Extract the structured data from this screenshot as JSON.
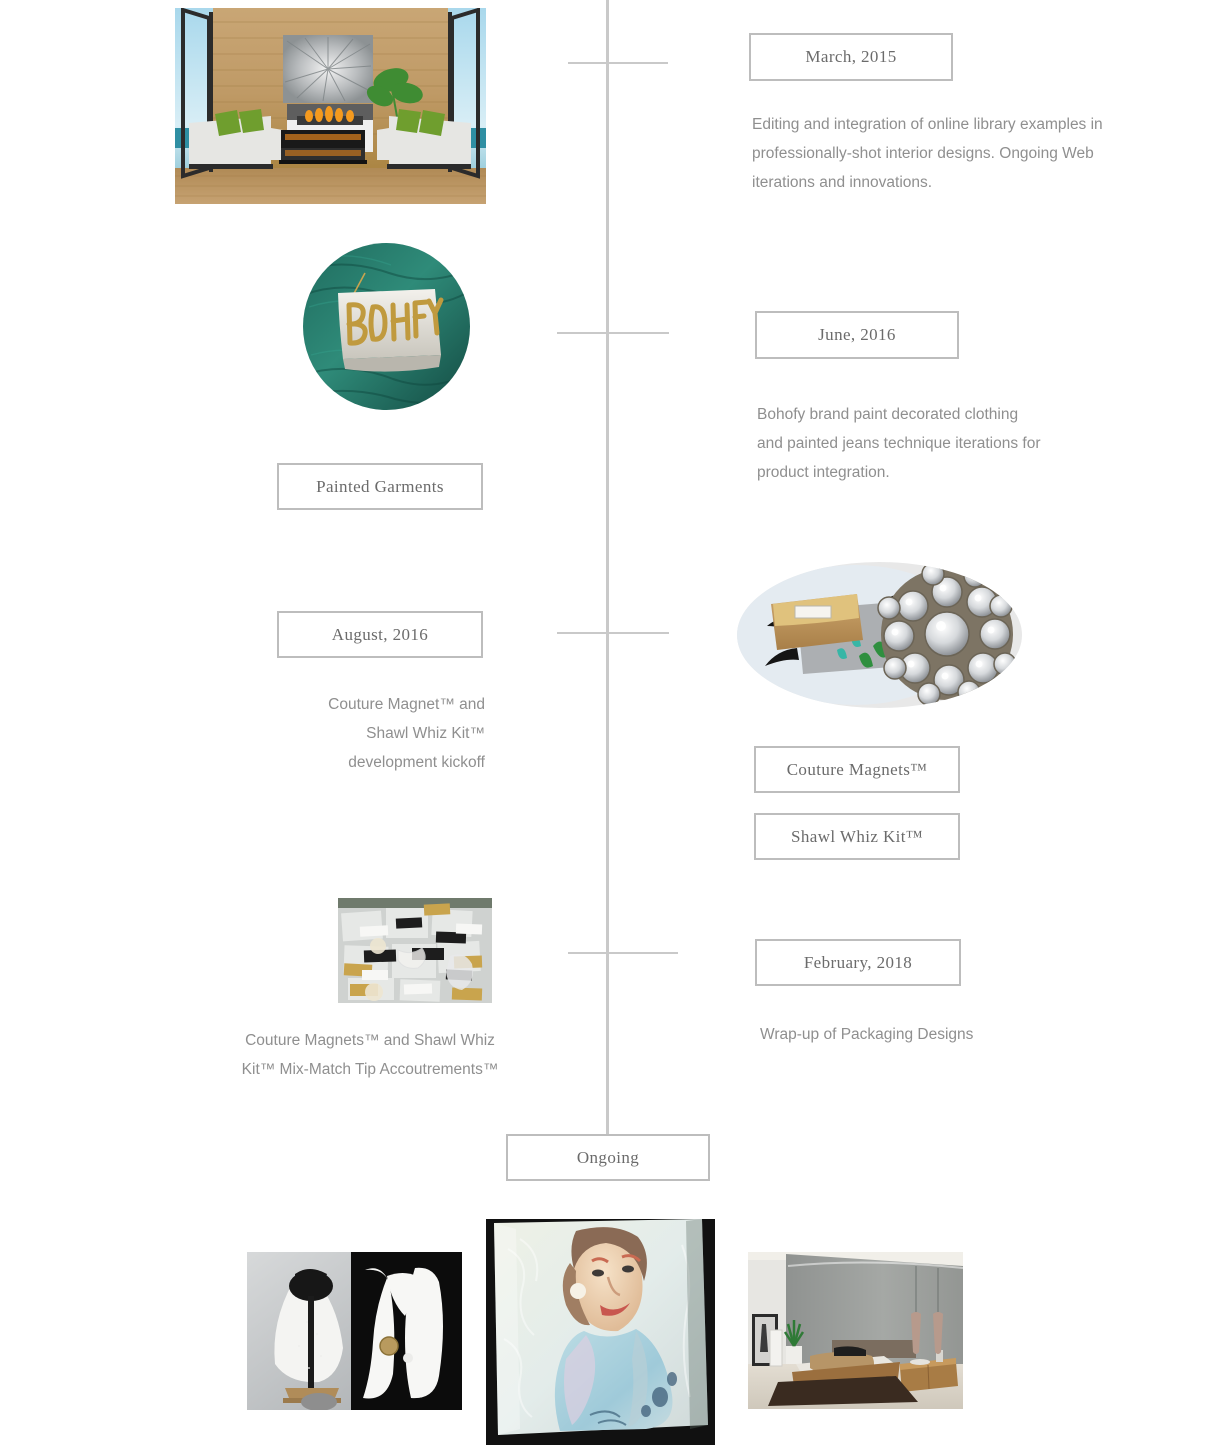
{
  "timeline": {
    "spine_color": "#c9c9c9",
    "milestones": [
      {
        "id": "march-2015",
        "side": "right",
        "label": "March, 2015",
        "description": "Editing and integration of online library examples in professionally-shot interior designs. Ongoing Web iterations and innovations.",
        "image_name": "modern-living-room-interior-photo"
      },
      {
        "id": "june-2016",
        "side": "right",
        "label": "June, 2016",
        "description": "Bohofy brand paint decorated clothing and painted jeans technique iterations for product integration.",
        "image_name": "bohofy-gold-painted-tag-photo"
      },
      {
        "id": "painted-garments",
        "side": "left",
        "label": "Painted Garments",
        "description": "",
        "image_name": ""
      },
      {
        "id": "august-2016",
        "side": "left",
        "label": "August, 2016",
        "description": "Couture Magnet™ and Shawl Whiz Kit™ development kickoff",
        "image_name": ""
      },
      {
        "id": "couture-magnets",
        "side": "right",
        "label": "Couture Magnets™",
        "description": "",
        "image_name": "couture-magnets-jewelry-photo"
      },
      {
        "id": "shawl-whiz-kit",
        "side": "right",
        "label": "Shawl Whiz Kit™",
        "description": "",
        "image_name": ""
      },
      {
        "id": "february-2018",
        "side": "right",
        "label": "February, 2018",
        "description": "Wrap-up of Packaging Designs",
        "image_name": ""
      },
      {
        "id": "packaging-caption",
        "side": "left",
        "label": "",
        "description": "Couture Magnets™ and Shawl Whiz Kit™ Mix-Match Tip Accoutrements™",
        "image_name": "packaging-designs-table-photo"
      },
      {
        "id": "ongoing",
        "side": "center",
        "label": "Ongoing",
        "description": "",
        "image_name": ""
      }
    ]
  },
  "descriptions": {
    "march_2015_line1": "Editing and integration of online library examples in",
    "march_2015_line2": "professionally-shot interior designs. Ongoing Web",
    "march_2015_line3": "iterations and innovations.",
    "june_2016_line1": "Bohofy brand paint decorated clothing",
    "june_2016_line2": "and painted jeans technique iterations for",
    "june_2016_line3": "product integration.",
    "august_2016_line1": "Couture Magnet™ and",
    "august_2016_line2": "Shawl Whiz Kit™",
    "august_2016_line3": "development kickoff",
    "february_2018_line1": "Wrap-up of Packaging Designs",
    "accoutrements_line1": "Couture Magnets™ and Shawl Whiz",
    "accoutrements_line2": "Kit™ Mix-Match Tip Accoutrements™"
  },
  "labels": {
    "march_2015": "March, 2015",
    "june_2016": "June, 2016",
    "painted_garments": "Painted Garments",
    "august_2016": "August, 2016",
    "couture_magnets": "Couture Magnets™",
    "shawl_whiz_kit": "Shawl Whiz Kit™",
    "february_2018": "February, 2018",
    "ongoing": "Ongoing"
  },
  "images": {
    "living_room": {
      "name": "modern-living-room-interior-photo",
      "alt": "Modern living room with wood plank walls, two white sofas with green pillows, linear fireplace and abstract silver starburst art, ocean view windows"
    },
    "bohofy_tag": {
      "name": "bohofy-gold-painted-tag-photo",
      "alt": "Circular photo of a white hanging tag with gold hand-painted BOHOFY lettering on teal velvet fabric"
    },
    "couture_magnets": {
      "name": "couture-magnets-jewelry-photo",
      "alt": "Kraft paper sleeve packaging with black feathers and green accents beside a large rhinestone crystal brooch"
    },
    "packaging_table": {
      "name": "packaging-designs-table-photo",
      "alt": "Table covered with clear packaged accessories with black and gold labels"
    },
    "white_garments": {
      "name": "white-shawl-vest-garments-photo",
      "alt": "Two white draped shawl garments displayed on black dress forms against a gray wall"
    },
    "painted_portrait": {
      "name": "painted-portrait-canvas-photo",
      "alt": "Pastel painted portrait of a girl on textured canvas"
    },
    "bedroom": {
      "name": "modern-bedroom-interior-photo",
      "alt": "Modern bedroom with gray concrete wall, wooden platform bed, brown rug and hanging pendant lights"
    }
  },
  "colors": {
    "border": "#bdbdbd",
    "spine": "#c9c9c9",
    "serif_text": "#6b6b6b",
    "sans_text": "#8f8f8f"
  }
}
